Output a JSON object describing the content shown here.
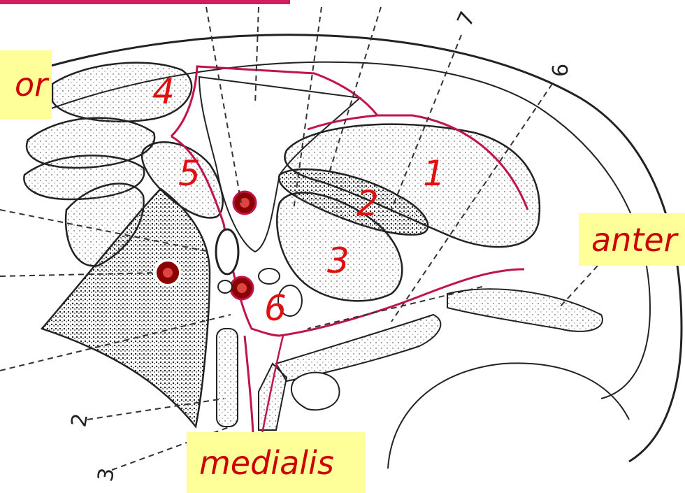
{
  "labels": {
    "posterior": "or",
    "anterior": "anter",
    "medial": "medialis"
  },
  "numbers": {
    "n1": "1",
    "n2": "2",
    "n3": "3",
    "n4": "4",
    "n5": "5",
    "n6": "6"
  },
  "reference_numbers": {
    "top_right": "7",
    "right": "6",
    "lower_left_a": "2",
    "lower_left_b": "3"
  },
  "colors": {
    "label_box": "#ffff99",
    "label_text": "#cc0000",
    "number_text": "#e01010",
    "outline_red": "#c0144b",
    "ink": "#222222",
    "top_bar": "#d81b60"
  }
}
